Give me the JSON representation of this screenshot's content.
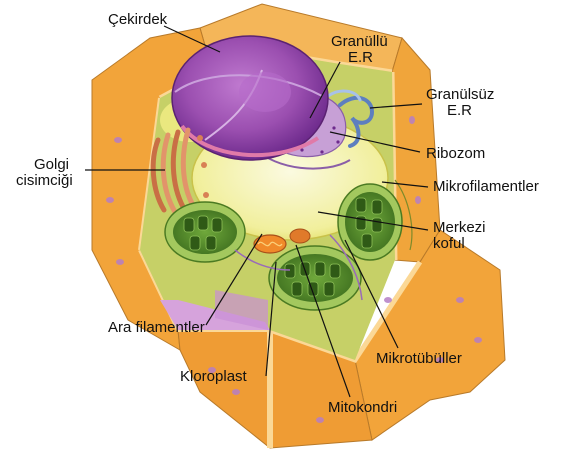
{
  "labels": {
    "nucleus": "Çekirdek",
    "rough_er_1": "Granüllü",
    "rough_er_2": "E.R",
    "smooth_er_1": "Granülsüz",
    "smooth_er_2": "E.R",
    "ribosome": "Ribozom",
    "microfilaments": "Mikrofilamentler",
    "vacuole_1": "Merkezi",
    "vacuole_2": "koful",
    "microtubules": "Mikrotübüller",
    "mitochondria": "Mitokondri",
    "chloroplast": "Kloroplast",
    "intermediate_filaments": "Ara filamentler",
    "golgi_1": "Golgi",
    "golgi_2": "cisimciği"
  },
  "colors": {
    "cell_wall": "#f2a43a",
    "cell_wall_light": "#f7c66f",
    "cytoplasm": "#c9d46a",
    "nucleus": "#9b4fb0",
    "nucleus_dark": "#6d2a8c",
    "vacuole": "#f6f3b8",
    "chloroplast": "#4f8a2a",
    "chloroplast_light": "#9cc25a",
    "golgi": "#d98a5a",
    "er": "#b48cc8",
    "smooth_er": "#7a9cd0",
    "membrane_face": "#d6a3dc"
  }
}
